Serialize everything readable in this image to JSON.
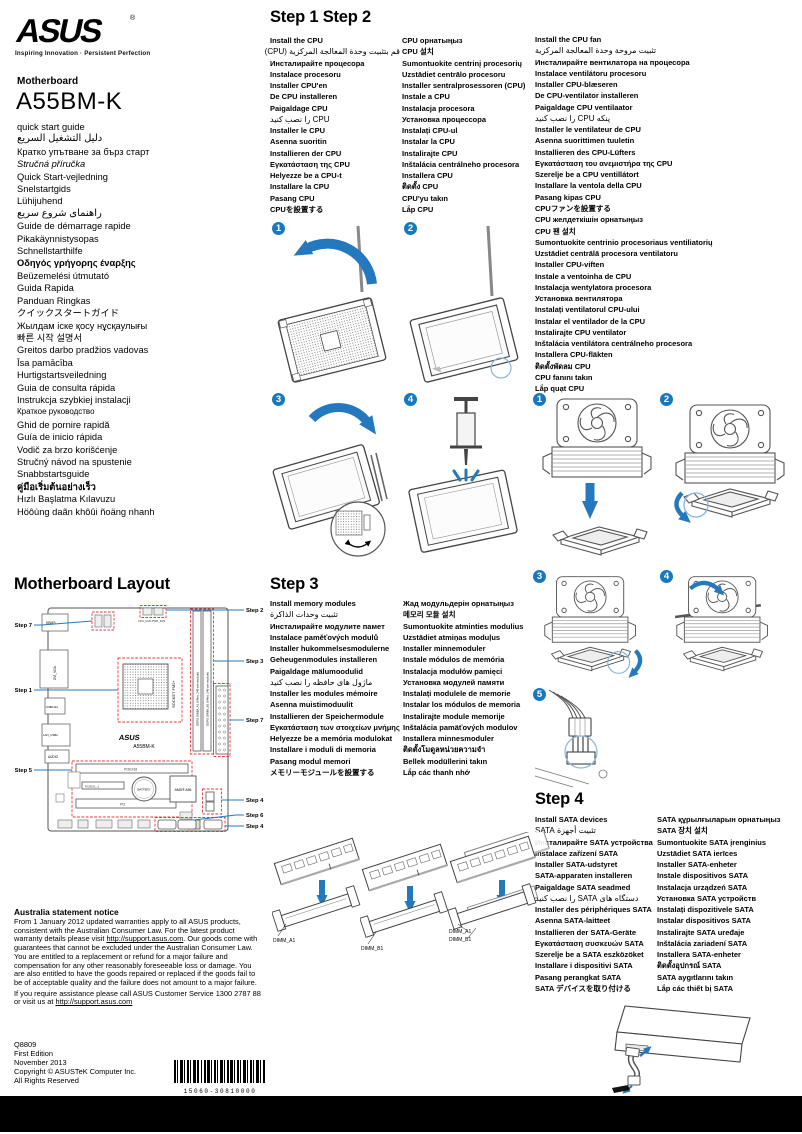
{
  "brand": {
    "logo": "ASUS",
    "reg": "®",
    "tagline": "Inspiring Innovation · Persistent Perfection",
    "type": "Motherboard",
    "model": "A55BM-K"
  },
  "colors": {
    "accent_blue": "#1878be",
    "callout_red": "#e23a3e"
  },
  "languages": [
    {
      "t": "quick start guide",
      "c": ""
    },
    {
      "t": "دليل التشغيل السريع",
      "c": "rtl"
    },
    {
      "t": "Кратко упътване за бърз старт",
      "c": ""
    },
    {
      "t": "Stručná příručka",
      "c": "i"
    },
    {
      "t": "Quick Start-vejledning",
      "c": ""
    },
    {
      "t": "Snelstartgids",
      "c": ""
    },
    {
      "t": "Lühijuhend",
      "c": ""
    },
    {
      "t": "راهنمای شروع سریع",
      "c": "rtl"
    },
    {
      "t": "Guide de démarrage rapide",
      "c": ""
    },
    {
      "t": "Pikakäynnistysopas",
      "c": ""
    },
    {
      "t": "Schnellstarthilfe",
      "c": ""
    },
    {
      "t": "Οδηγός γρήγορης έναρξης",
      "c": "b"
    },
    {
      "t": "Beüzemelési útmutató",
      "c": ""
    },
    {
      "t": "Guida Rapida",
      "c": ""
    },
    {
      "t": "Panduan Ringkas",
      "c": ""
    },
    {
      "t": "クイックスタートガイド",
      "c": ""
    },
    {
      "t": "Жылдам іске қосу нұсқаулығы",
      "c": ""
    },
    {
      "t": "빠른 시작 설명서",
      "c": ""
    },
    {
      "t": "Greitos darbo pradžios vadovas",
      "c": ""
    },
    {
      "t": "Īsa pamācība",
      "c": ""
    },
    {
      "t": "Hurtigstartsveiledning",
      "c": ""
    },
    {
      "t": "Guia de consulta rápida",
      "c": ""
    },
    {
      "t": "Instrukcja szybkiej instalacji",
      "c": ""
    },
    {
      "t": "Краткое руководство",
      "c": "sm"
    },
    {
      "t": "Ghid de pornire rapidă",
      "c": ""
    },
    {
      "t": "Guía de inicio rápida",
      "c": ""
    },
    {
      "t": "Vodič za brzo korišćenje",
      "c": ""
    },
    {
      "t": "Stručný návod na spustenie",
      "c": ""
    },
    {
      "t": "Snabbstartsguide",
      "c": ""
    },
    {
      "t": "คู่มือเริ่มต้นอย่างเร็ว",
      "c": "b"
    },
    {
      "t": "Hızlı Başlatma Kılavuzu",
      "c": ""
    },
    {
      "t": "Höôùng daãn khôûi ñoäng nhanh",
      "c": ""
    }
  ],
  "step12": {
    "title": "Step 1 Step 2",
    "col1": [
      {
        "t": "Install the CPU",
        "c": ""
      },
      {
        "t": "قم بتثبيت وحدة المعالجة المركزية (CPU)",
        "c": "rtl"
      },
      {
        "t": "Инсталирайте процесора",
        "c": ""
      },
      {
        "t": "Instalace procesoru",
        "c": ""
      },
      {
        "t": "Installer CPU'en",
        "c": ""
      },
      {
        "t": "De CPU installeren",
        "c": ""
      },
      {
        "t": "Paigaldage CPU",
        "c": ""
      },
      {
        "t": "CPU را نصب كنيد",
        "c": "rtl"
      },
      {
        "t": "Installer le CPU",
        "c": ""
      },
      {
        "t": "Asenna suoritin",
        "c": ""
      },
      {
        "t": "Installieren der CPU",
        "c": ""
      },
      {
        "t": "Εγκατάσταση της CPU",
        "c": ""
      },
      {
        "t": "Helyezze be a CPU-t",
        "c": ""
      },
      {
        "t": "Installare la CPU",
        "c": ""
      },
      {
        "t": "Pasang CPU",
        "c": ""
      },
      {
        "t": "CPUを設置する",
        "c": ""
      }
    ],
    "col2": [
      {
        "t": "CPU орнатыңыз",
        "c": ""
      },
      {
        "t": "CPU 설치",
        "c": ""
      },
      {
        "t": "Sumontuokite centrinį procesorių",
        "c": ""
      },
      {
        "t": "Uzstādiet centrālo procesoru",
        "c": ""
      },
      {
        "t": "Installer sentralprosessoren (CPU)",
        "c": ""
      },
      {
        "t": "Instale a CPU",
        "c": ""
      },
      {
        "t": "Instalacja procesora",
        "c": ""
      },
      {
        "t": "Установка процессора",
        "c": ""
      },
      {
        "t": "Instalați CPU-ul",
        "c": ""
      },
      {
        "t": "Instalar la CPU",
        "c": ""
      },
      {
        "t": "Instalirajte CPU",
        "c": ""
      },
      {
        "t": "Inštalácia centrálneho procesora",
        "c": ""
      },
      {
        "t": "Installera CPU",
        "c": ""
      },
      {
        "t": "ติดตั้ง CPU",
        "c": ""
      },
      {
        "t": "CPU'yu takın",
        "c": ""
      },
      {
        "t": "Lắp CPU",
        "c": ""
      }
    ]
  },
  "fan": {
    "items": [
      {
        "t": "Install the CPU fan",
        "c": ""
      },
      {
        "t": "تثبيت مروحة وحدة المعالجة المركزية",
        "c": "rtl"
      },
      {
        "t": "Инсталирайте вентилатора на процесора",
        "c": ""
      },
      {
        "t": "Instalace ventilátoru procesoru",
        "c": ""
      },
      {
        "t": "Installer CPU-blæseren",
        "c": ""
      },
      {
        "t": "De CPU-ventilator installeren",
        "c": ""
      },
      {
        "t": "Paigaldage CPU ventilaator",
        "c": ""
      },
      {
        "t": "پنكه CPU را نصب كنيد",
        "c": "rtl"
      },
      {
        "t": "Installer le ventilateur de CPU",
        "c": ""
      },
      {
        "t": "Asenna suorittimen tuuletin",
        "c": ""
      },
      {
        "t": "Installieren des CPU-Lüfters",
        "c": ""
      },
      {
        "t": "Εγκατάσταση του ανεμιστήρα της CPU",
        "c": ""
      },
      {
        "t": "Szerelje be a CPU ventillátort",
        "c": ""
      },
      {
        "t": "Installare la ventola della CPU",
        "c": ""
      },
      {
        "t": "Pasang kipas CPU",
        "c": ""
      },
      {
        "t": "CPUファンを設置する",
        "c": ""
      },
      {
        "t": "CPU желдеткішін орнатыңыз",
        "c": ""
      },
      {
        "t": "CPU 팬 설치",
        "c": ""
      },
      {
        "t": "Sumontuokite centrinio procesoriaus ventiliatorių",
        "c": ""
      },
      {
        "t": "Uzstādiet centrālā procesora ventilatoru",
        "c": ""
      },
      {
        "t": "Installer CPU-viften",
        "c": ""
      },
      {
        "t": "Instale a ventoinha de CPU",
        "c": ""
      },
      {
        "t": "Instalacja wentylatora procesora",
        "c": ""
      },
      {
        "t": "Установка вентилятора",
        "c": ""
      },
      {
        "t": "Instalați ventilatorul CPU-ului",
        "c": ""
      },
      {
        "t": "Instalar el ventilador de la CPU",
        "c": ""
      },
      {
        "t": "Instalirajte CPU ventilator",
        "c": ""
      },
      {
        "t": "Inštalácia ventilátora centrálneho procesora",
        "c": ""
      },
      {
        "t": "Installera CPU-fläkten",
        "c": ""
      },
      {
        "t": "ติดตั้งพัดลม CPU",
        "c": ""
      },
      {
        "t": "CPU fanını takın",
        "c": ""
      },
      {
        "t": "Lắp quạt CPU",
        "c": ""
      }
    ]
  },
  "step3": {
    "title": "Step 3",
    "col1": [
      {
        "t": "Install memory modules",
        "c": ""
      },
      {
        "t": "تثبيت وحدات الذاكرة",
        "c": "rtl"
      },
      {
        "t": "Инсталирайте модулите памет",
        "c": ""
      },
      {
        "t": "Instalace paměťových modulů",
        "c": ""
      },
      {
        "t": "Installer hukommelsesmodulerne",
        "c": ""
      },
      {
        "t": "Geheugenmodules installeren",
        "c": ""
      },
      {
        "t": "Paigaldage mälumoodulid",
        "c": ""
      },
      {
        "t": "ماژول های حافظه را نصب كنيد",
        "c": "rtl"
      },
      {
        "t": "Installer les modules mémoire",
        "c": ""
      },
      {
        "t": "Asenna muistimoduulit",
        "c": ""
      },
      {
        "t": "Installieren der Speichermodule",
        "c": ""
      },
      {
        "t": "Εγκατάσταση των στοιχείων μνήμης",
        "c": ""
      },
      {
        "t": "Helyezze be a memória modulokat",
        "c": ""
      },
      {
        "t": "Installare i moduli di memoria",
        "c": ""
      },
      {
        "t": "Pasang modul memori",
        "c": ""
      },
      {
        "t": "メモリーモジュールを設置する",
        "c": ""
      }
    ],
    "col2": [
      {
        "t": "Жад модульдерін орнатыңыз",
        "c": ""
      },
      {
        "t": "메모리 모듈 설치",
        "c": ""
      },
      {
        "t": "Sumontuokite atminties modulius",
        "c": ""
      },
      {
        "t": "Uzstādiet atmiņas moduļus",
        "c": ""
      },
      {
        "t": "Installer minnemoduler",
        "c": ""
      },
      {
        "t": "Instale módulos de memória",
        "c": ""
      },
      {
        "t": "Instalacja modułów pamięci",
        "c": ""
      },
      {
        "t": "Установка модулей памяти",
        "c": ""
      },
      {
        "t": "Instalați modulele de memorie",
        "c": ""
      },
      {
        "t": "Instalar los módulos de memoria",
        "c": ""
      },
      {
        "t": "Instalirajte module memorije",
        "c": ""
      },
      {
        "t": "Inštalácia pamäťových modulov",
        "c": ""
      },
      {
        "t": "Installera minnesmoduler",
        "c": ""
      },
      {
        "t": "ติดตั้งโมดูลหน่วยความจำ",
        "c": ""
      },
      {
        "t": "Bellek modüllerini takın",
        "c": ""
      },
      {
        "t": "Lắp các thanh nhớ",
        "c": ""
      }
    ]
  },
  "step4": {
    "title": "Step 4",
    "col1": [
      {
        "t": "Install SATA devices",
        "c": ""
      },
      {
        "t": "تثبيت أجهزة SATA",
        "c": "rtl"
      },
      {
        "t": "Инсталирайте SATA устройства",
        "c": ""
      },
      {
        "t": "Instalace zařízení SATA",
        "c": ""
      },
      {
        "t": "Installer SATA-udstyret",
        "c": ""
      },
      {
        "t": "SATA-apparaten installeren",
        "c": ""
      },
      {
        "t": "Paigaldage SATA seadmed",
        "c": ""
      },
      {
        "t": "دستگاه های SATA را نصب كنيد",
        "c": "rtl"
      },
      {
        "t": "Installer des périphériques SATA",
        "c": ""
      },
      {
        "t": "Asenna SATA-laitteet",
        "c": ""
      },
      {
        "t": "Installieren der SATA-Geräte",
        "c": ""
      },
      {
        "t": "Εγκατάσταση συσκευών SATA",
        "c": ""
      },
      {
        "t": "Szerelje be a SATA eszközöket",
        "c": ""
      },
      {
        "t": "Installare i dispositivi SATA",
        "c": ""
      },
      {
        "t": "Pasang perangkat SATA",
        "c": ""
      },
      {
        "t": "SATA デバイスを取り付ける",
        "c": ""
      }
    ],
    "col2": [
      {
        "t": "SATA құрылғыларын орнатыңыз",
        "c": ""
      },
      {
        "t": "SATA 장치 설치",
        "c": ""
      },
      {
        "t": "Sumontuokite SATA įrenginius",
        "c": ""
      },
      {
        "t": "Uzstādiet SATA ierīces",
        "c": ""
      },
      {
        "t": "Installer SATA-enheter",
        "c": ""
      },
      {
        "t": "Instale dispositivos SATA",
        "c": ""
      },
      {
        "t": "Instalacja urządzeń SATA",
        "c": ""
      },
      {
        "t": "Установка SATA устройств",
        "c": ""
      },
      {
        "t": "Instalați dispozitivele SATA",
        "c": ""
      },
      {
        "t": "Instalar dispositivos SATA",
        "c": ""
      },
      {
        "t": "Instalirajte SATA uređaje",
        "c": ""
      },
      {
        "t": "Inštalácia zariadení SATA",
        "c": ""
      },
      {
        "t": "Installera SATA-enheter",
        "c": ""
      },
      {
        "t": "ติดตั้งอุปกรณ์ SATA",
        "c": ""
      },
      {
        "t": "SATA aygıtlarını takın",
        "c": ""
      },
      {
        "t": "Lắp các thiết bị SATA",
        "c": ""
      }
    ]
  },
  "fig_nums": {
    "cpu": [
      "1",
      "2",
      "3",
      "4"
    ],
    "fan": [
      "1",
      "2",
      "3",
      "4",
      "5"
    ]
  },
  "mb": {
    "title": "Motherboard Layout",
    "labels": {
      "kbms": "KBMS",
      "dvi": "DVI_VGA",
      "usb": "USB1112",
      "lan": "LAN_USB2",
      "audio": "AUDIO",
      "socket": "SOCKET FM2+",
      "brand": "ASUS",
      "model": "A55BM-K",
      "pciex16": "PCIEX16",
      "pciex1": "PCIEX1_1",
      "pci": "PCI",
      "battery": "BATTERY",
      "chip": "AMD® A55",
      "fan_hdr": "CPU_FAN PWR_FAN",
      "dimm_a": "DDR3 DIMM_A1 (64bit, 240-pin module)",
      "dimm_b": "DDR3 DIMM_B1 (64bit, 240-pin module)"
    },
    "callouts": {
      "s7l": "Step 7",
      "s1": "Step 1",
      "s5": "Step 5",
      "s2": "Step 2",
      "s3": "Step 3",
      "s7r": "Step 7",
      "s4a": "Step 4",
      "s6": "Step 6",
      "s4b": "Step 4"
    }
  },
  "dimm_figs": {
    "a1": "DIMM_A1",
    "b1": "DIMM_B1"
  },
  "australia": {
    "title": "Australia statement notice",
    "p1a": "From 1 January 2012 updated warranties apply to all ASUS products, consistent with the Australian Consumer Law. For the latest product warranty details please visit ",
    "link1": "http://support.asus.com",
    "p1b": ". Our goods come with guarantees that cannot be excluded under the Australian Consumer Law. You are entitled to a replacement or refund for a major failure and compensation for any other reasonably foreseeable loss or damage. You are also entitled to have the goods repaired or replaced if the goods fail to be of acceptable quality and the failure does not amount to a major failure.",
    "p2a": "If you require assistance please call ASUS Customer Service 1300 2787 88 or visit us at ",
    "link2": "http://support.asus.com"
  },
  "edition": [
    "Q8809",
    "First Edition",
    "November 2013",
    "Copyright © ASUSTeK Computer Inc.",
    "All Rights Reserved"
  ],
  "barcode": {
    "digits": "15060-30810000"
  }
}
